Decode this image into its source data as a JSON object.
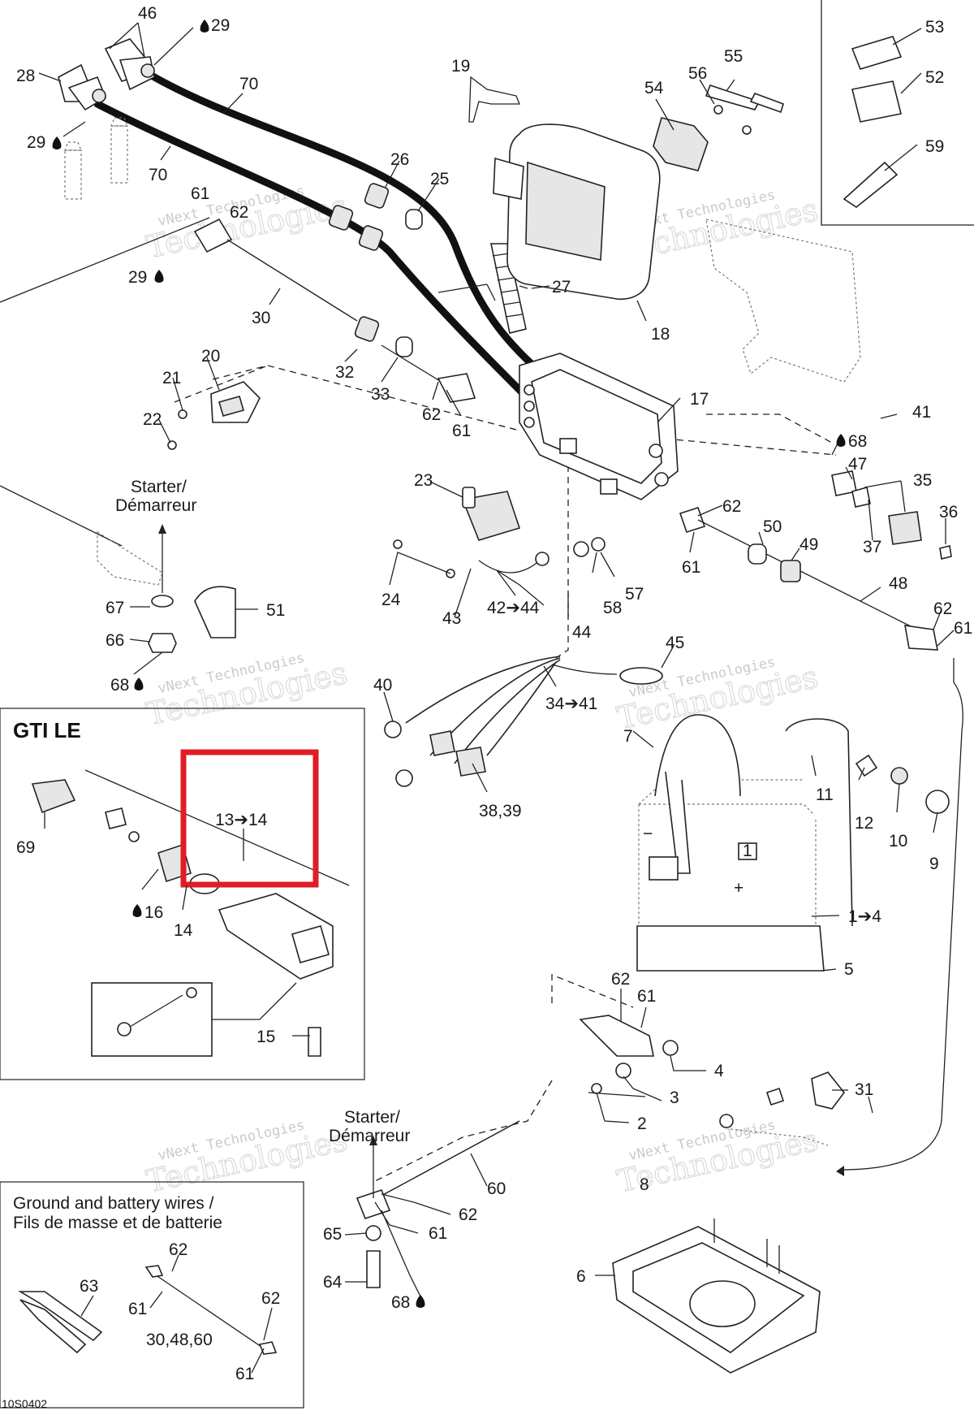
{
  "labels": [
    {
      "id": "46",
      "text": "46"
    },
    {
      "id": "29a",
      "text": "29"
    },
    {
      "id": "28",
      "text": "28"
    },
    {
      "id": "70a",
      "text": "70"
    },
    {
      "id": "29b",
      "text": "29"
    },
    {
      "id": "70b",
      "text": "70"
    },
    {
      "id": "19",
      "text": "19"
    },
    {
      "id": "55",
      "text": "55"
    },
    {
      "id": "56",
      "text": "56"
    },
    {
      "id": "54",
      "text": "54"
    },
    {
      "id": "53",
      "text": "53"
    },
    {
      "id": "52",
      "text": "52"
    },
    {
      "id": "59",
      "text": "59"
    },
    {
      "id": "26",
      "text": "26"
    },
    {
      "id": "25",
      "text": "25"
    },
    {
      "id": "61a",
      "text": "61"
    },
    {
      "id": "62a",
      "text": "62"
    },
    {
      "id": "29c",
      "text": "29"
    },
    {
      "id": "27",
      "text": "27"
    },
    {
      "id": "30",
      "text": "30"
    },
    {
      "id": "18",
      "text": "18"
    },
    {
      "id": "20",
      "text": "20"
    },
    {
      "id": "21",
      "text": "21"
    },
    {
      "id": "32",
      "text": "32"
    },
    {
      "id": "33",
      "text": "33"
    },
    {
      "id": "62b",
      "text": "62"
    },
    {
      "id": "61b",
      "text": "61"
    },
    {
      "id": "17",
      "text": "17"
    },
    {
      "id": "22",
      "text": "22"
    },
    {
      "id": "41",
      "text": "41"
    },
    {
      "id": "68a",
      "text": "68"
    },
    {
      "id": "47",
      "text": "47"
    },
    {
      "id": "35",
      "text": "35"
    },
    {
      "id": "23",
      "text": "23"
    },
    {
      "id": "62c",
      "text": "62"
    },
    {
      "id": "50",
      "text": "50"
    },
    {
      "id": "49",
      "text": "49"
    },
    {
      "id": "36",
      "text": "36"
    },
    {
      "id": "37",
      "text": "37"
    },
    {
      "id": "61c",
      "text": "61"
    },
    {
      "id": "24",
      "text": "24"
    },
    {
      "id": "58",
      "text": "58"
    },
    {
      "id": "57",
      "text": "57"
    },
    {
      "id": "48",
      "text": "48"
    },
    {
      "id": "62d",
      "text": "62"
    },
    {
      "id": "61d",
      "text": "61"
    },
    {
      "id": "67",
      "text": "67"
    },
    {
      "id": "51",
      "text": "51"
    },
    {
      "id": "43",
      "text": "43"
    },
    {
      "id": "4244",
      "text": "42➔44"
    },
    {
      "id": "44",
      "text": "44"
    },
    {
      "id": "66",
      "text": "66"
    },
    {
      "id": "68b",
      "text": "68"
    },
    {
      "id": "45",
      "text": "45"
    },
    {
      "id": "40",
      "text": "40"
    },
    {
      "id": "3441",
      "text": "34➔41"
    },
    {
      "id": "7",
      "text": "7"
    },
    {
      "id": "11",
      "text": "11"
    },
    {
      "id": "12",
      "text": "12"
    },
    {
      "id": "10",
      "text": "10"
    },
    {
      "id": "9",
      "text": "9"
    },
    {
      "id": "3839",
      "text": "38,39"
    },
    {
      "id": "1314",
      "text": "13➔14"
    },
    {
      "id": "69",
      "text": "69"
    },
    {
      "id": "16",
      "text": "16"
    },
    {
      "id": "14",
      "text": "14"
    },
    {
      "id": "14to",
      "text": "1➔4"
    },
    {
      "id": "5",
      "text": "5"
    },
    {
      "id": "15",
      "text": "15"
    },
    {
      "id": "62e",
      "text": "62"
    },
    {
      "id": "61e",
      "text": "61"
    },
    {
      "id": "4",
      "text": "4"
    },
    {
      "id": "3",
      "text": "3"
    },
    {
      "id": "31",
      "text": "31"
    },
    {
      "id": "2",
      "text": "2"
    },
    {
      "id": "8",
      "text": "8"
    },
    {
      "id": "60",
      "text": "60"
    },
    {
      "id": "62f",
      "text": "62"
    },
    {
      "id": "65",
      "text": "65"
    },
    {
      "id": "61f",
      "text": "61"
    },
    {
      "id": "64",
      "text": "64"
    },
    {
      "id": "68c",
      "text": "68"
    },
    {
      "id": "6",
      "text": "6"
    },
    {
      "id": "63",
      "text": "63"
    },
    {
      "id": "62g",
      "text": "62"
    },
    {
      "id": "61g",
      "text": "61"
    },
    {
      "id": "62h",
      "text": "62"
    },
    {
      "id": "304860",
      "text": "30,48,60"
    },
    {
      "id": "61h",
      "text": "61"
    }
  ],
  "captions": {
    "starter_top": [
      "Starter/",
      "Démarreur"
    ],
    "starter_bottom": [
      "Starter/",
      "Démarreur"
    ],
    "gti_title": "GTI LE",
    "ground_title": [
      "Ground and battery wires /",
      "Fils de masse et de batterie"
    ],
    "plus_sign": "+",
    "minus_sign": "−",
    "battery_cell": "1",
    "drawing_code": "10S0402"
  },
  "watermark": {
    "brand_1": "vNext",
    "brand_2": "Technologies",
    "line": "vNext Technologies"
  },
  "highlight": {
    "color": "#e11d24",
    "target": "13➔14"
  }
}
